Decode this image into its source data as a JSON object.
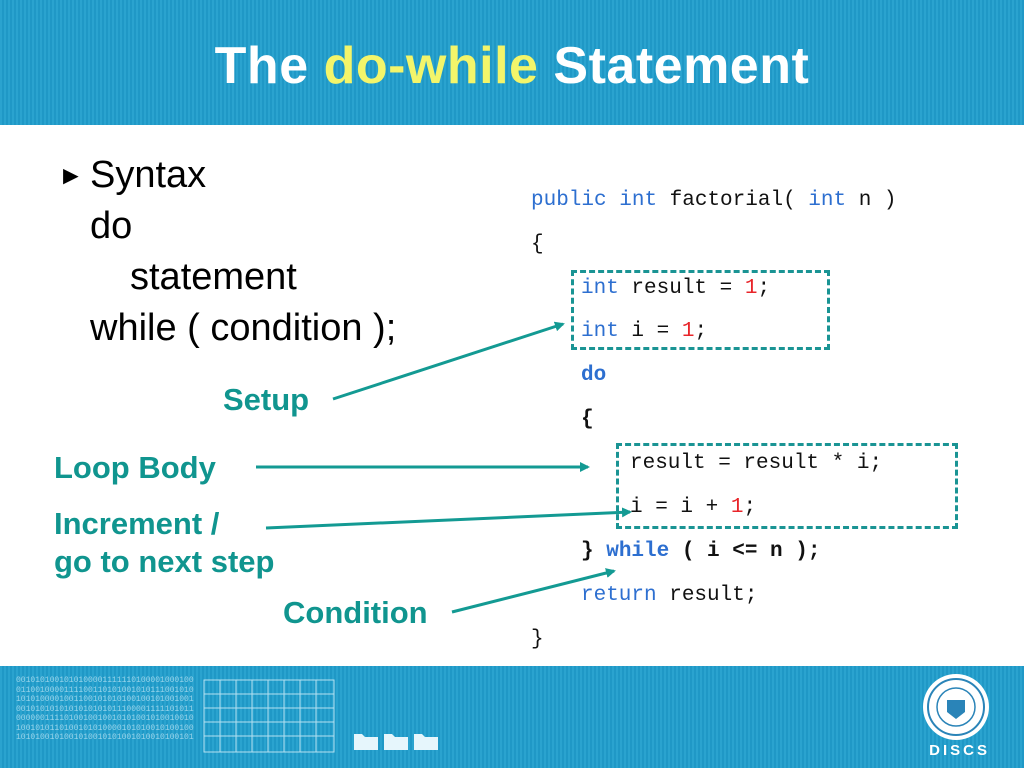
{
  "header": {
    "title_pre": "The",
    "title_highlight": "do-while",
    "title_post": "Statement"
  },
  "syntax": {
    "bullet": "►",
    "heading": "Syntax",
    "line_do": "do",
    "line_statement": "statement",
    "line_while": "while ( condition );"
  },
  "labels": {
    "setup": "Setup",
    "loop_body": "Loop Body",
    "increment_1": "Increment /",
    "increment_2": "go to next step",
    "condition": "Condition"
  },
  "code": {
    "l1": {
      "kw1": "public",
      "kw2": "int",
      "mid": " factorial( ",
      "kw3": "int",
      "end": " n )"
    },
    "l2": "{",
    "l3": {
      "kw": "int",
      "mid": " result = ",
      "num": "1",
      "end": ";"
    },
    "l4": {
      "kw": "int",
      "mid": " i = ",
      "num": "1",
      "end": ";"
    },
    "l5": "do",
    "l6": "{",
    "l7": "result = result * i;",
    "l8": {
      "pre": "i = i + ",
      "num": "1",
      "end": ";"
    },
    "l9": {
      "pre": "} ",
      "kw": "while",
      "end": " ( i <= n );"
    },
    "l10": {
      "kw": "return",
      "end": " result;"
    },
    "l11": "}"
  },
  "footer": {
    "binary": "0010101001010100001111110100001000100011001000011110011010100101011100101010101000010011001010101001001010010010010101010101010101011100001111101011000000111101001001001010100101001001010010101101001010100001010100101001001010100101001010010101001010010100101",
    "logo_text": "DISCS"
  },
  "colors": {
    "header_bg": "#2aa3cf",
    "title_highlight": "#f3f56a",
    "label": "#10958f",
    "keyword": "#2d6fd0",
    "number": "#e8252a",
    "box_border": "#1a9494"
  }
}
